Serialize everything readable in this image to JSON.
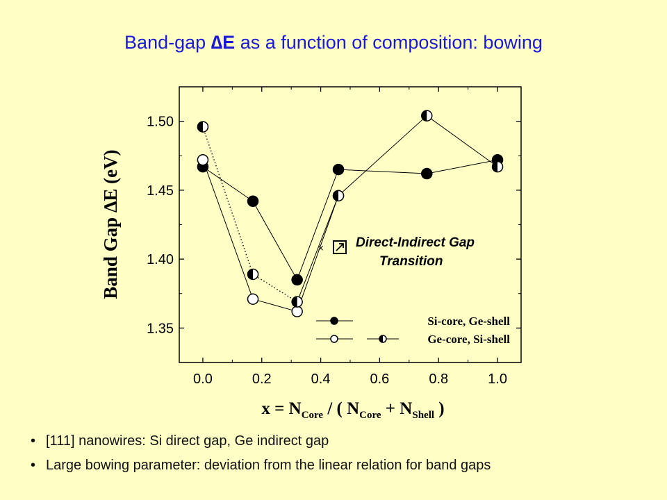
{
  "slide": {
    "title_prefix": "Band-gap ",
    "title_symbol": "∆E",
    "title_suffix": " as a function of composition: bowing"
  },
  "bullets": [
    "[111] nanowires: Si direct gap, Ge indirect gap",
    "Large  bowing parameter: deviation from the linear relation for band gaps"
  ],
  "colors": {
    "background": "#ffffc5",
    "title": "#1a1ad6",
    "ink": "#000000"
  },
  "chart_data": {
    "type": "line",
    "ylabel": "Band Gap  ∆E (eV)",
    "xlabel": {
      "prefix": "x = N",
      "sub1": "Core",
      "mid": " / ( N",
      "sub2": "Core",
      "plus": " + N",
      "sub3": "Shell",
      "suffix": " )"
    },
    "xlim": [
      -0.08,
      1.08
    ],
    "ylim": [
      1.325,
      1.525
    ],
    "xticks": [
      0.0,
      0.2,
      0.4,
      0.6,
      0.8,
      1.0
    ],
    "xtick_labels": [
      "0.0",
      "0.2",
      "0.4",
      "0.6",
      "0.8",
      "1.0"
    ],
    "yticks": [
      1.35,
      1.4,
      1.45,
      1.5
    ],
    "ytick_labels": [
      "1.35",
      "1.40",
      "1.45",
      "1.50"
    ],
    "legend_position": "bottom-right",
    "series": [
      {
        "name": "Si-core, Ge-shell",
        "marker": "filled",
        "line": "solid",
        "x": [
          0.0,
          0.17,
          0.32,
          0.46,
          0.76,
          1.0
        ],
        "y": [
          1.467,
          1.442,
          1.385,
          1.465,
          1.462,
          1.472
        ]
      },
      {
        "name": "",
        "marker": "open",
        "line": "solid",
        "x": [
          0.0,
          0.17,
          0.32,
          0.46
        ],
        "y": [
          1.472,
          1.371,
          1.362,
          1.446
        ]
      },
      {
        "name": "Ge-core, Si-shell",
        "marker": "half",
        "line": "dotted-then-solid",
        "x": [
          0.0,
          0.17,
          0.32,
          0.46,
          0.76,
          1.0
        ],
        "y": [
          1.496,
          1.389,
          1.369,
          1.446,
          1.504,
          1.467
        ]
      }
    ],
    "annotation": {
      "line1": "Direct-Indirect Gap",
      "line2": "Transition",
      "cross_x": 0.4,
      "cross_y": 1.408
    }
  }
}
